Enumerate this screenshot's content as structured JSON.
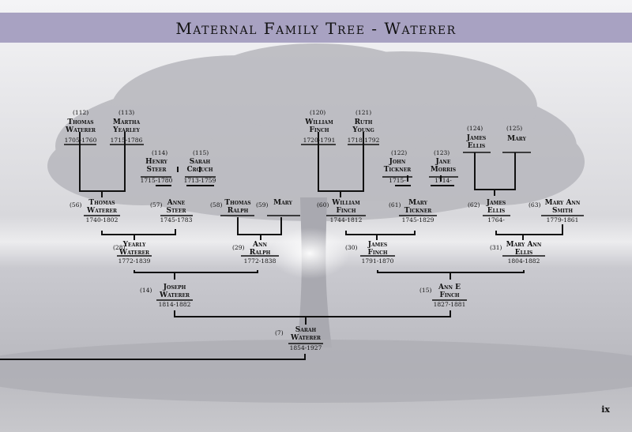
{
  "title": "Maternal Family Tree - Waterer",
  "page_number": "ix",
  "people": [
    {
      "id": "thomas-waterer-112",
      "num": "(112)",
      "name": [
        "Thomas",
        "Waterer"
      ],
      "dates": "1705-1760"
    },
    {
      "id": "martha-yearley-113",
      "num": "(113)",
      "name": [
        "Martha",
        "Yearley"
      ],
      "dates": "1715-1786"
    },
    {
      "id": "henry-steer-114",
      "num": "(114)",
      "name": [
        "Henry",
        "Steer"
      ],
      "dates": "1715-1780"
    },
    {
      "id": "sarah-crouch-115",
      "num": "(115)",
      "name": [
        "Sarah",
        "Crouch"
      ],
      "dates": "1713-1759"
    },
    {
      "id": "william-finch-120",
      "num": "(120)",
      "name": [
        "William",
        "Finch"
      ],
      "dates": "1720-1791"
    },
    {
      "id": "ruth-young-121",
      "num": "(121)",
      "name": [
        "Ruth",
        "Young"
      ],
      "dates": "1718-1792"
    },
    {
      "id": "john-tickner-122",
      "num": "(122)",
      "name": [
        "John",
        "Tickner"
      ],
      "dates": "1715-"
    },
    {
      "id": "jane-morris-123",
      "num": "(123)",
      "name": [
        "Jane",
        "Morris"
      ],
      "dates": "1714-"
    },
    {
      "id": "james-ellis-124",
      "num": "(124)",
      "name": [
        "James",
        "Ellis"
      ],
      "dates": ""
    },
    {
      "id": "mary-125",
      "num": "(125)",
      "name": [
        "Mary"
      ],
      "dates": ""
    },
    {
      "id": "thomas-waterer-56",
      "num": "(56)",
      "name": [
        "Thomas",
        "Waterer"
      ],
      "dates": "1740-1802"
    },
    {
      "id": "anne-steer-57",
      "num": "(57)",
      "name": [
        "Anne",
        "Steer"
      ],
      "dates": "1745-1783"
    },
    {
      "id": "thomas-ralph-58",
      "num": "(58)",
      "name": [
        "Thomas",
        "Ralph"
      ],
      "dates": ""
    },
    {
      "id": "mary-59",
      "num": "(59)",
      "name": [
        "Mary"
      ],
      "dates": ""
    },
    {
      "id": "william-finch-60",
      "num": "(60)",
      "name": [
        "William",
        "Finch"
      ],
      "dates": "1744-1812"
    },
    {
      "id": "mary-tickner-61",
      "num": "(61)",
      "name": [
        "Mary",
        "Tickner"
      ],
      "dates": "1745-1829"
    },
    {
      "id": "james-ellis-62",
      "num": "(62)",
      "name": [
        "James",
        "Ellis"
      ],
      "dates": "1764-"
    },
    {
      "id": "mary-ann-smith-63",
      "num": "(63)",
      "name": [
        "Mary Ann",
        "Smith"
      ],
      "dates": "1779-1861"
    },
    {
      "id": "yearly-waterer-28",
      "num": "(28)",
      "name": [
        "Yearly",
        "Waterer"
      ],
      "dates": "1772-1839"
    },
    {
      "id": "ann-ralph-29",
      "num": "(29)",
      "name": [
        "Ann",
        "Ralph"
      ],
      "dates": "1772-1838"
    },
    {
      "id": "james-finch-30",
      "num": "(30)",
      "name": [
        "James",
        "Finch"
      ],
      "dates": "1791-1870"
    },
    {
      "id": "mary-ann-ellis-31",
      "num": "(31)",
      "name": [
        "Mary Ann",
        "Ellis"
      ],
      "dates": "1804-1882"
    },
    {
      "id": "joseph-waterer-14",
      "num": "(14)",
      "name": [
        "Joseph",
        "Waterer"
      ],
      "dates": "1814-1882"
    },
    {
      "id": "ann-e-finch-15",
      "num": "(15)",
      "name": [
        "Ann E",
        "Finch"
      ],
      "dates": "1827-1881"
    },
    {
      "id": "sarah-waterer-7",
      "num": "(7)",
      "name": [
        "Sarah",
        "Waterer"
      ],
      "dates": "1854-1927"
    }
  ]
}
